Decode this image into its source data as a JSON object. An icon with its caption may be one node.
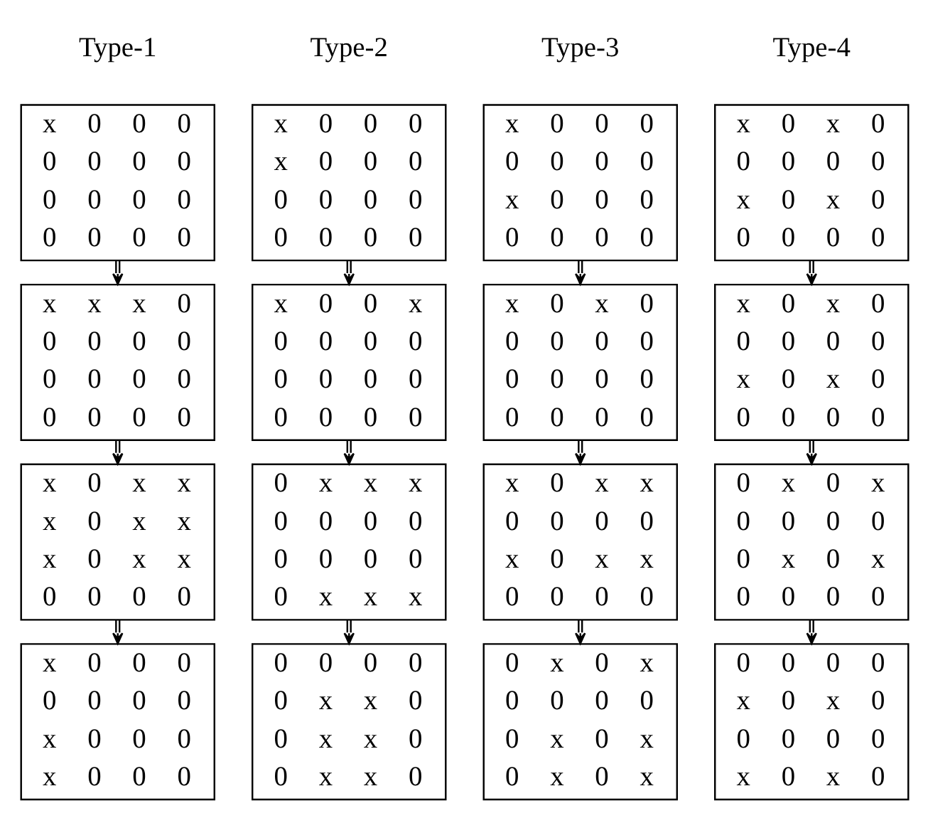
{
  "diagram": {
    "nodes": [
      {
        "text": [
          "x 0 0 0",
          "0 0 0 0",
          "0 0 0 0",
          "0 0 0 0"
        ]
      },
      {
        "text": [
          "x 0 0 0",
          "x 0 0 0",
          "0 0 0 0",
          "0 0 0 0"
        ]
      },
      {
        "text": [
          "x 0 0 0",
          "0 0 0 0",
          "x 0 0 0",
          "0 0 0 0"
        ]
      },
      {
        "text": [
          "x 0 x 0",
          "0 0 0 0",
          "x 0 x 0",
          "0 0 0 0"
        ]
      },
      {
        "text": [
          "x x x 0",
          "0 0 0 0",
          "0 0 0 0",
          "0 0 0 0"
        ]
      },
      {
        "text": [
          "x 0 0 x",
          "0 0 0 0",
          "0 0 0 0",
          "0 0 0 0"
        ]
      },
      {
        "text": [
          "x 0 x 0",
          "0 0 0 0",
          "0 0 0 0",
          "0 0 0 0"
        ]
      },
      {
        "text": [
          "x 0 x 0",
          "0 0 0 0",
          "x 0 x 0",
          "0 0 0 0"
        ]
      },
      {
        "text": [
          "x 0 x x",
          "x 0 x x",
          "x 0 x x",
          "0 0 0 0"
        ]
      },
      {
        "text": [
          "0 x x x",
          "0 0 0 0",
          "0 0 0 0",
          "0 x x x"
        ]
      },
      {
        "text": [
          "x 0 x x",
          "0 0 0 0",
          "x 0 x x",
          "0 0 0 0"
        ]
      },
      {
        "text": [
          "0 x 0 x",
          "0 0 0 0",
          "0 x 0 x",
          "0 0 0 0"
        ]
      },
      {
        "text": [
          "x 0 0 0",
          "0 0 0 0",
          "x 0 0 0",
          "x 0 0 0"
        ]
      },
      {
        "text": [
          "0 0 0 0",
          "0 x x 0",
          "0 x x 0",
          "0 x x 0"
        ]
      },
      {
        "text": [
          "0 x 0 x",
          "0 0 0 0",
          "0 x 0 x",
          "0 x 0 x"
        ]
      },
      {
        "text": [
          "0 0 0 0",
          "x 0 x 0",
          "0 0 0 0",
          "x 0 x 0"
        ]
      }
    ],
    "edges": [
      {
        "from": 0,
        "to": 4,
        "arrow": "to"
      },
      {
        "from": 1,
        "to": 5,
        "arrow": "to"
      },
      {
        "from": 2,
        "to": 6,
        "arrow": "to"
      },
      {
        "from": 3,
        "to": 7,
        "arrow": "to"
      },
      {
        "from": 4,
        "to": 8,
        "arrow": "to"
      },
      {
        "from": 5,
        "to": 9,
        "arrow": "to"
      },
      {
        "from": 6,
        "to": 10,
        "arrow": "to"
      },
      {
        "from": 7,
        "to": 11,
        "arrow": "to"
      },
      {
        "from": 8,
        "to": 12,
        "arrow": "to"
      },
      {
        "from": 9,
        "to": 13,
        "arrow": "to"
      },
      {
        "from": 10,
        "to": 14,
        "arrow": "to"
      },
      {
        "from": 11,
        "to": 15,
        "arrow": "to"
      }
    ],
    "labels": [
      "Type-1",
      "Type-2",
      "Type-3",
      "Type-4"
    ]
  }
}
